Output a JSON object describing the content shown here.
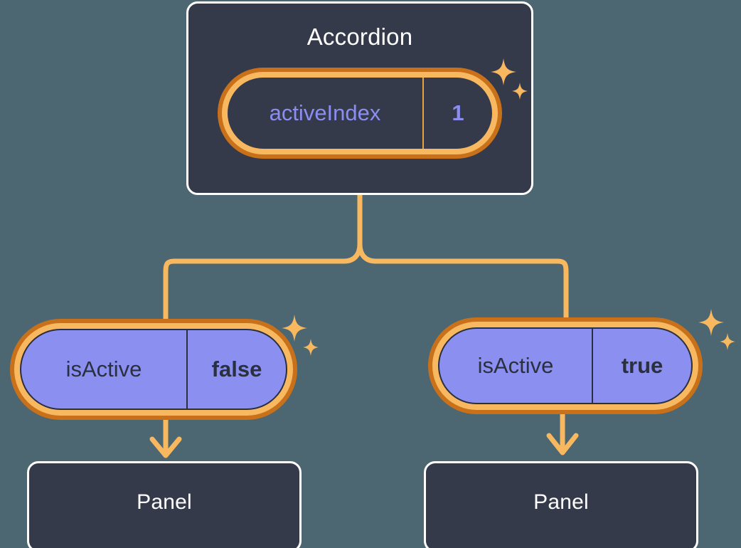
{
  "theme": {
    "background": "#4c6771",
    "card_fill": "#343a4a",
    "card_border": "#ffffff",
    "ring_outer": "#c8711a",
    "ring_inner": "#f7b860",
    "pill_purple": "#8b8ff0",
    "pill_text_dark": "#2b3040",
    "prop_text_purple": "#8b8ef0",
    "connector": "#f7b860",
    "sparkle": "#f7b860"
  },
  "diagram": {
    "type": "component-tree",
    "root": {
      "title": "Accordion",
      "prop": {
        "key": "activeIndex",
        "value": "1"
      }
    },
    "children": [
      {
        "prop": {
          "key": "isActive",
          "value": "false"
        },
        "title": "Panel"
      },
      {
        "prop": {
          "key": "isActive",
          "value": "true"
        },
        "title": "Panel"
      }
    ]
  },
  "icons": {
    "sparkle_large": "sparkle-four-point-large",
    "sparkle_small": "sparkle-four-point-small",
    "arrow_down": "arrow-down-icon",
    "branch": "branch-connector-icon"
  }
}
